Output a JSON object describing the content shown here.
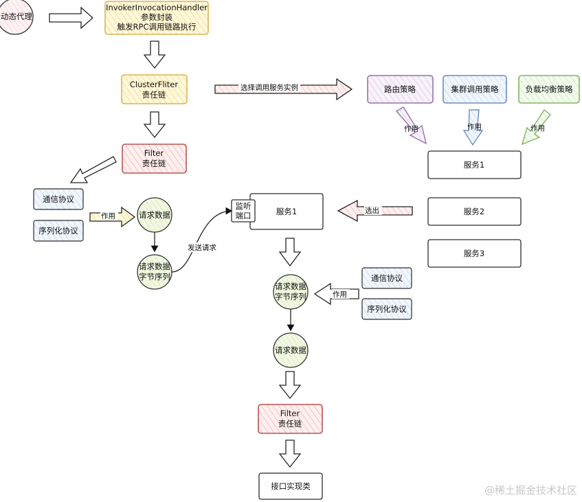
{
  "colors": {
    "yellow_fill": "#fff3c4",
    "yellow_stroke": "#d6b656",
    "red_fill": "#fde0e0",
    "red_stroke": "#b85450",
    "purple_fill": "#efe3f6",
    "purple_stroke": "#9673a6",
    "blue_fill": "#dfeaf8",
    "blue_stroke": "#6c8ebf",
    "green_fill": "#e3f2d7",
    "green_stroke": "#82b366",
    "circle_fill": "#e6f2cf"
  },
  "nodes": {
    "dynamic_proxy": "动态代理",
    "invoker_line1": "InvokerInvocationHandler",
    "invoker_line2": "参数封装",
    "invoker_line3": "触发RPC调用链路执行",
    "cluster_line1": "ClusterFliter",
    "cluster_line2": "责任链",
    "filter_top_line1": "Filter",
    "filter_top_line2": "责任链",
    "route_strategy": "路由策略",
    "cluster_strategy": "集群调用策略",
    "lb_strategy": "负载均衡策略",
    "service1_right": "服务1",
    "service2_right": "服务2",
    "service3_right": "服务3",
    "comm_protocol_left": "通信协议",
    "serial_protocol_left": "序列化协议",
    "request_data_left": "请求数据",
    "req_bytes_left_line1": "请求数据",
    "req_bytes_left_line2": "字节序列",
    "monitor_port_line1": "监听",
    "monitor_port_line2": "端口",
    "service1_center": "服务1",
    "req_bytes_center_line1": "请求数据",
    "req_bytes_center_line2": "字节序列",
    "comm_protocol_right": "通信协议",
    "serial_protocol_right": "序列化协议",
    "request_data_center": "请求数据",
    "filter_bottom_line1": "Filter",
    "filter_bottom_line2": "责任链",
    "impl_class": "接口实现类"
  },
  "edge_labels": {
    "select_instance": "选择调用服务实例",
    "apply_route": "作用",
    "apply_cluster": "作用",
    "apply_lb": "作用",
    "select_out": "选出",
    "apply_left": "作用",
    "send_request": "发送请求",
    "apply_center": "作用"
  },
  "watermark": "@稀土掘金技术社区"
}
